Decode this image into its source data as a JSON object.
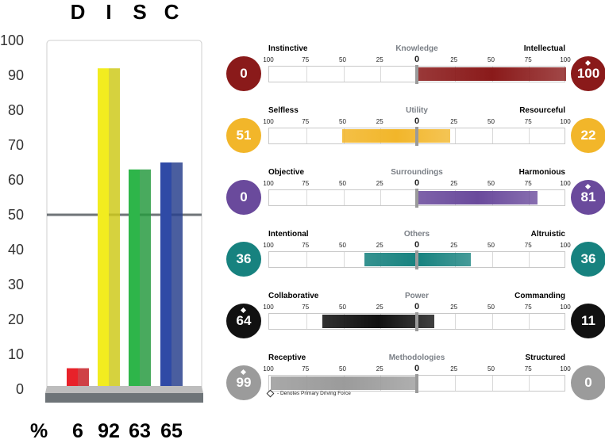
{
  "chart_data": [
    {
      "type": "bar",
      "categories": [
        "D",
        "I",
        "S",
        "C"
      ],
      "values": [
        6,
        92,
        63,
        65
      ],
      "colors": [
        "#e8222a",
        "#f2ec1f",
        "#2eb54a",
        "#2f4aa6"
      ],
      "ylim": [
        0,
        100
      ],
      "yticks": [
        "0",
        "10",
        "20",
        "30",
        "40",
        "50",
        "60",
        "70",
        "80",
        "90",
        "100"
      ],
      "reference_line": 50,
      "percent_label": "%",
      "value_labels": [
        "6",
        "92",
        "63",
        "65"
      ]
    },
    {
      "type": "bar",
      "orientation": "horizontal-bipolar",
      "tick_labels": [
        "100",
        "75",
        "50",
        "25",
        "0",
        "25",
        "50",
        "75",
        "100"
      ],
      "legend_note": "- Denotes Primary Driving Force",
      "rows": [
        {
          "left": "Instinctive",
          "center": "Knowledge",
          "right": "Intellectual",
          "left_score": "0",
          "right_score": "100",
          "left_value": 0,
          "right_value": 100,
          "color": "#8a1a1a",
          "left_primary": false,
          "right_primary": true
        },
        {
          "left": "Selfless",
          "center": "Utility",
          "right": "Resourceful",
          "left_score": "51",
          "right_score": "22",
          "left_value": 51,
          "right_value": 22,
          "color": "#f2b62a",
          "left_primary": false,
          "right_primary": false
        },
        {
          "left": "Objective",
          "center": "Surroundings",
          "right": "Harmonious",
          "left_score": "0",
          "right_score": "81",
          "left_value": 0,
          "right_value": 81,
          "color": "#6a4a9c",
          "left_primary": false,
          "right_primary": true
        },
        {
          "left": "Intentional",
          "center": "Others",
          "right": "Altruistic",
          "left_score": "36",
          "right_score": "36",
          "left_value": 36,
          "right_value": 36,
          "color": "#17827f",
          "left_primary": false,
          "right_primary": false
        },
        {
          "left": "Collaborative",
          "center": "Power",
          "right": "Commanding",
          "left_score": "64",
          "right_score": "11",
          "left_value": 64,
          "right_value": 11,
          "color": "#111111",
          "left_primary": true,
          "right_primary": false
        },
        {
          "left": "Receptive",
          "center": "Methodologies",
          "right": "Structured",
          "left_score": "99",
          "right_score": "0",
          "left_value": 99,
          "right_value": 0,
          "color": "#9b9b9b",
          "left_primary": true,
          "right_primary": false
        }
      ]
    }
  ]
}
